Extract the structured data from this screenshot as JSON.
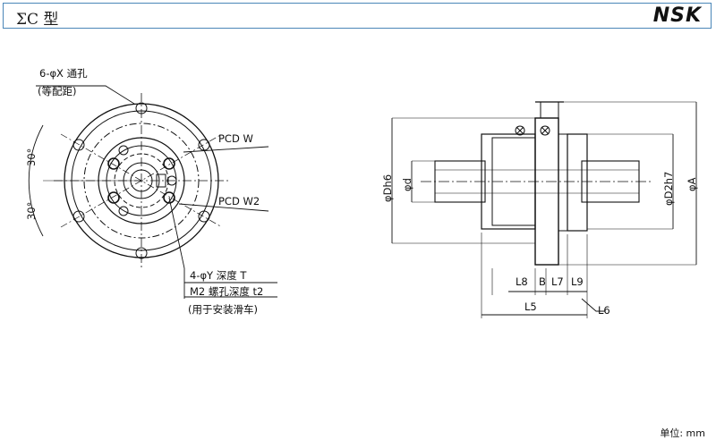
{
  "header": {
    "title": "ΣC 型",
    "logo": "NSK"
  },
  "footer": {
    "unit": "单位: mm"
  },
  "front_view": {
    "thru_hole": "6-φX 通孔",
    "equal_spacing": "(等配距)",
    "angle_top": "30°",
    "angle_bottom": "30°",
    "pcd_w": "PCD  W",
    "pcd_w2": "PCD  W2",
    "tapped_y": "4-φY 深度 T",
    "tapped_m2": "M2 螺孔深度 t2",
    "tapped_note": "(用于安装滑车)"
  },
  "side_view": {
    "dia_dn6": "φDh6",
    "dia_d": "φd",
    "dia_d2h7": "φD2h7",
    "dia_a": "φA",
    "len_l8": "L8",
    "len_b": "B",
    "len_l7": "L7",
    "len_l9": "L9",
    "len_l5": "L5",
    "len_l6": "L6"
  }
}
